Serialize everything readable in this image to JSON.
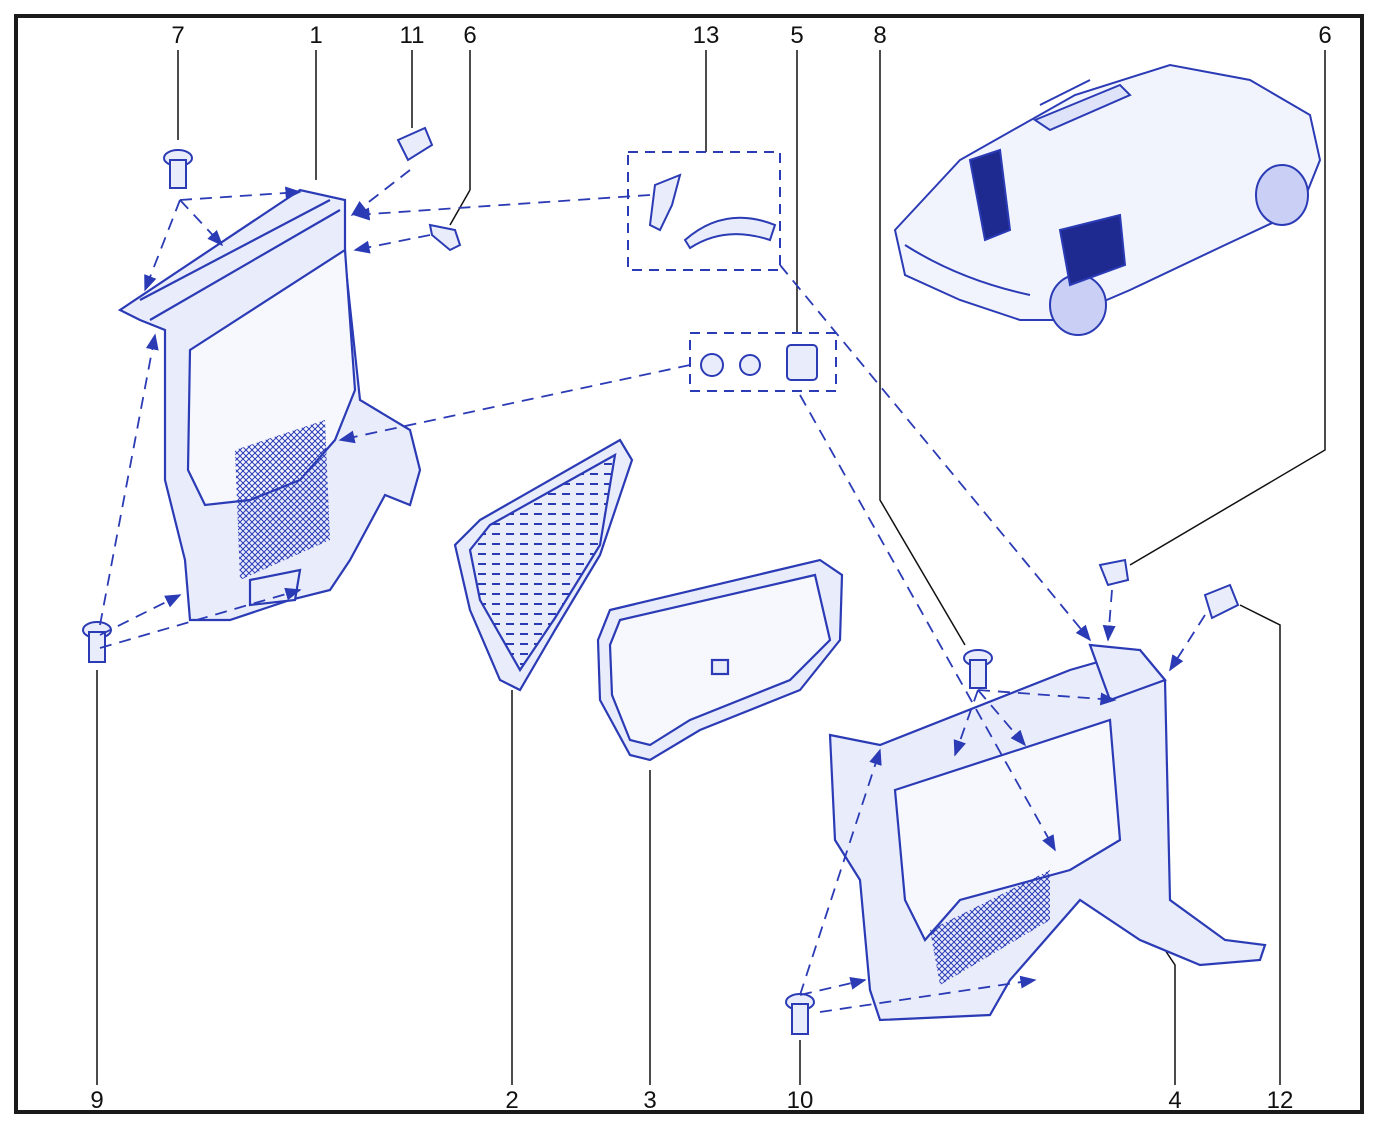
{
  "colors": {
    "line": "#2b3bb5",
    "fill": "#e9ecfb",
    "dark": "#1e2a8f",
    "frame": "#1a1a1a",
    "text": "#111111"
  },
  "callouts": {
    "top": {
      "c7": "7",
      "c1": "1",
      "c11": "11",
      "c6a": "6",
      "c13": "13",
      "c5": "5",
      "c8": "8",
      "c6b": "6"
    },
    "bottom": {
      "c9": "9",
      "c2": "2",
      "c3": "3",
      "c10": "10",
      "c4": "4",
      "c12": "12"
    }
  }
}
